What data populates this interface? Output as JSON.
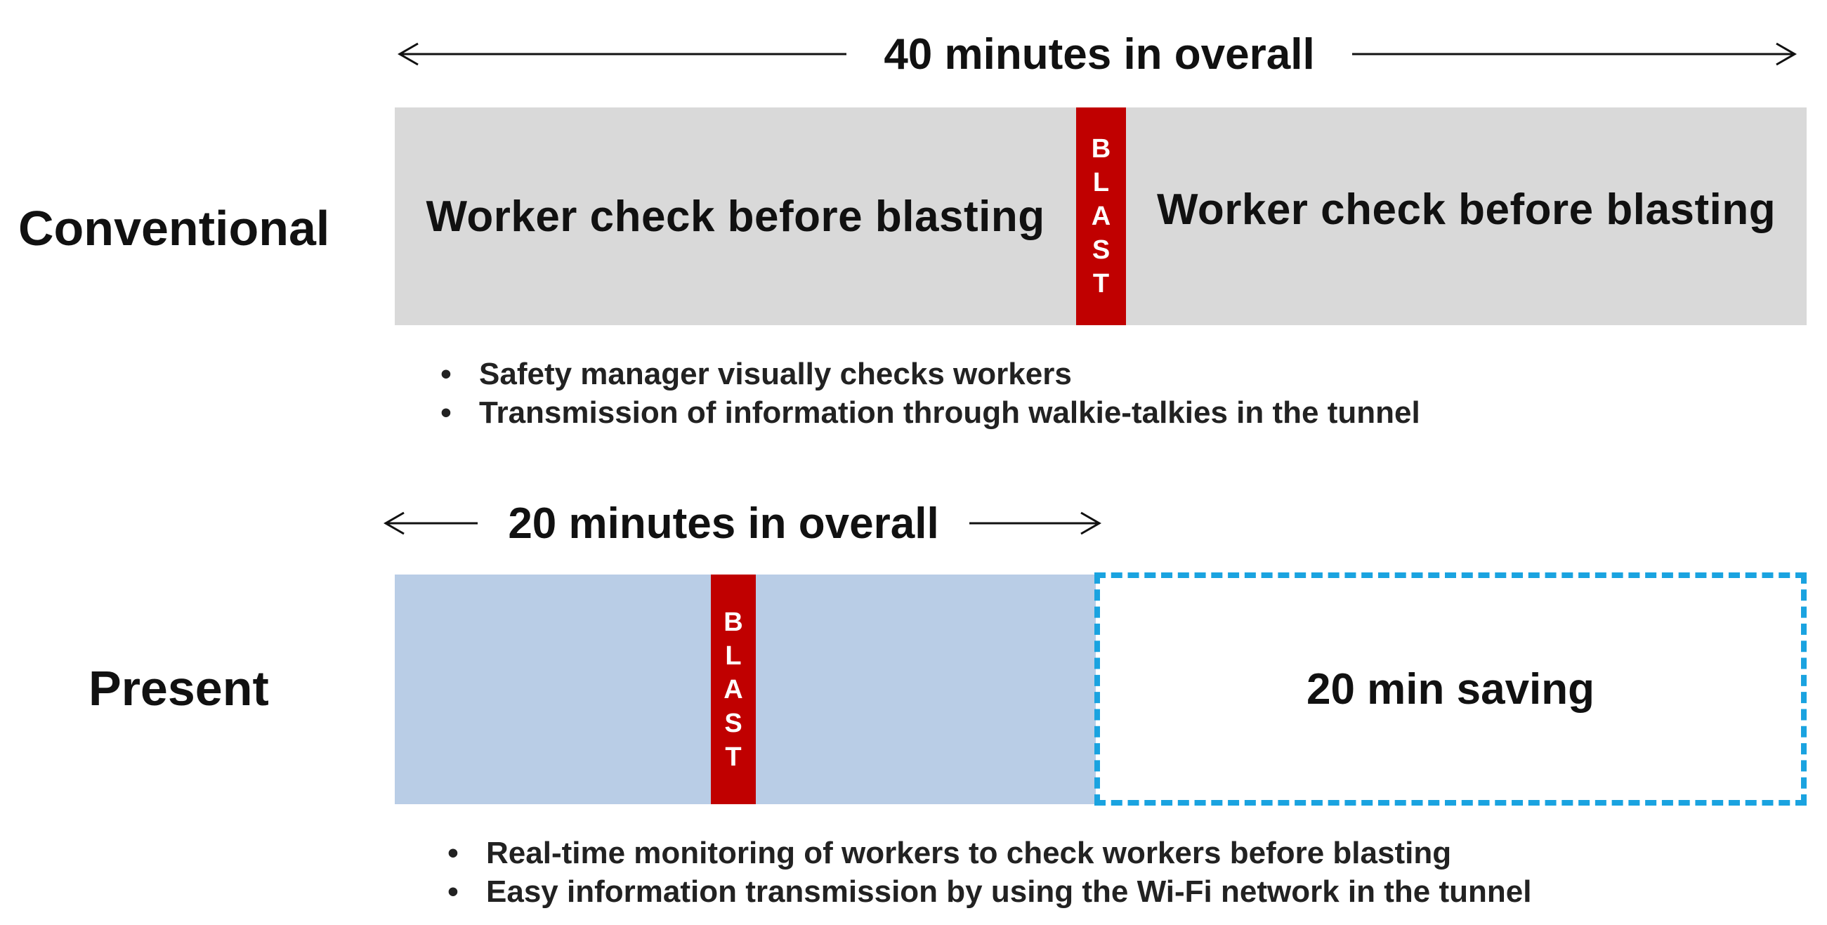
{
  "conventional": {
    "label": "Conventional",
    "duration_text": "40 minutes in overall",
    "segment_before": "Worker check before blasting",
    "blast_letters": [
      "B",
      "L",
      "A",
      "S",
      "T"
    ],
    "segment_after": "Worker check before blasting",
    "bar_color": "#d9d9d9",
    "notes": [
      "Safety manager visually checks workers",
      "Transmission of information through walkie-talkies in the tunnel"
    ]
  },
  "present": {
    "label": "Present",
    "duration_text": "20 minutes in overall",
    "blast_letters": [
      "B",
      "L",
      "A",
      "S",
      "T"
    ],
    "saving_text": "20 min saving",
    "bar_color": "#b9cde6",
    "saving_border_color": "#1aa3e0",
    "notes": [
      "Real-time monitoring of workers to check workers before blasting",
      "Easy information transmission by using the Wi-Fi network in the tunnel"
    ]
  },
  "blast_color": "#c00000",
  "bullet_glyph": "•"
}
